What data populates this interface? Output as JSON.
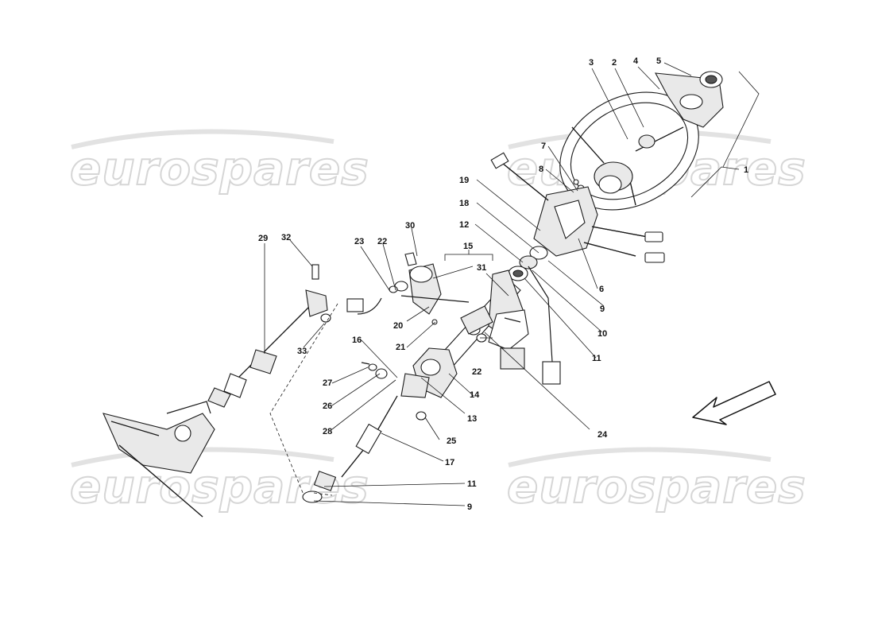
{
  "watermarks": [
    "eurospares",
    "eurospares",
    "eurospares",
    "eurospares"
  ],
  "callouts": {
    "c1": "1",
    "c2": "2",
    "c3": "3",
    "c4": "4",
    "c5": "5",
    "c6": "6",
    "c7": "7",
    "c8": "8",
    "c9a": "9",
    "c9b": "9",
    "c10": "10",
    "c11a": "11",
    "c11b": "11",
    "c12": "12",
    "c13": "13",
    "c14": "14",
    "c15": "15",
    "c16": "16",
    "c17": "17",
    "c18": "18",
    "c19": "19",
    "c20": "20",
    "c21": "21",
    "c22a": "22",
    "c22b": "22",
    "c23": "23",
    "c24": "24",
    "c25": "25",
    "c26": "26",
    "c27": "27",
    "c28": "28",
    "c29": "29",
    "c30": "30",
    "c31": "31",
    "c32": "32",
    "c33": "33"
  },
  "icons": {
    "direction_arrow": "arrow-down-left-icon"
  }
}
